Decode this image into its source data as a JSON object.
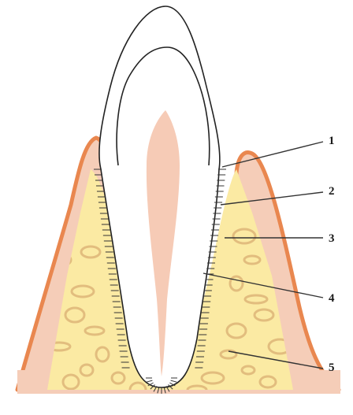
{
  "labels": [
    {
      "id": "l1",
      "text": "1"
    },
    {
      "id": "l2",
      "text": "2"
    },
    {
      "id": "l3",
      "text": "3"
    },
    {
      "id": "l4",
      "text": "4"
    },
    {
      "id": "l5",
      "text": "5"
    }
  ],
  "colors": {
    "gingiva": "#f5cdb8",
    "gingiva_edge": "#e9874f",
    "alveolar_bone": "#fbeaa3",
    "trabecular_bone": "#e8c58a",
    "pulp": "#f6cbb6",
    "tooth_outline": "#222222",
    "ligament_fibers": "#333333"
  },
  "icons": {
    "tooth": "tooth-icon",
    "pulp": "pulp-canal-icon",
    "bone": "trabecular-bone-icon"
  }
}
